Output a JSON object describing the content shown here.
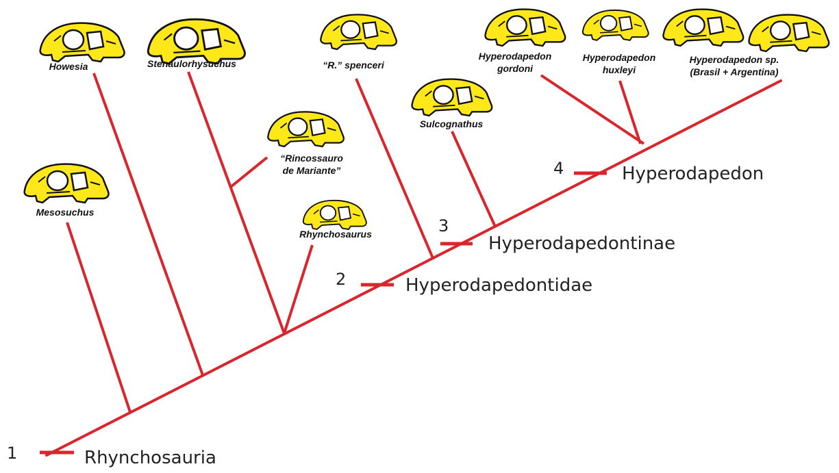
{
  "colors": {
    "branch": "#d8262c",
    "skull_fill": "#ffe81a",
    "skull_outline": "#111111"
  },
  "taxa": {
    "mesosuchus": "Mesosuchus",
    "howesia": "Howesia",
    "stenaulorhysuchus": "Stenaulorhysuchus",
    "rincossauro_line1": "“Rincossauro",
    "rincossauro_line2": "de Mariante”",
    "rhynchosaurus": "Rhynchosaurus",
    "r_spenceri": "“R.” spenceri",
    "sulcognathus": "Sulcognathus",
    "h_gordoni_line1": "Hyperodapedon",
    "h_gordoni_line2": "gordoni",
    "h_huxleyi_line1": "Hyperodapedon",
    "h_huxleyi_line2": "huxleyi",
    "h_sp_line1": "Hyperodapedon sp.",
    "h_sp_line2": "(Brasil + Argentina)"
  },
  "nodes": [
    {
      "number": "1",
      "clade": "Rhynchosauria"
    },
    {
      "number": "2",
      "clade": "Hyperodapedontidae"
    },
    {
      "number": "3",
      "clade": "Hyperodapedontinae"
    },
    {
      "number": "4",
      "clade": "Hyperodapedon"
    }
  ],
  "skull_icons": [
    "howesia-skull-icon",
    "stenaulorhysuchus-skull-icon",
    "r-spenceri-skull-icon",
    "h-gordoni-skull-icon",
    "h-huxleyi-skull-icon",
    "h-sp-skull-icon",
    "rincossauro-skull-icon",
    "sulcognathus-skull-icon",
    "mesosuchus-skull-icon",
    "rhynchosaurus-skull-icon"
  ]
}
